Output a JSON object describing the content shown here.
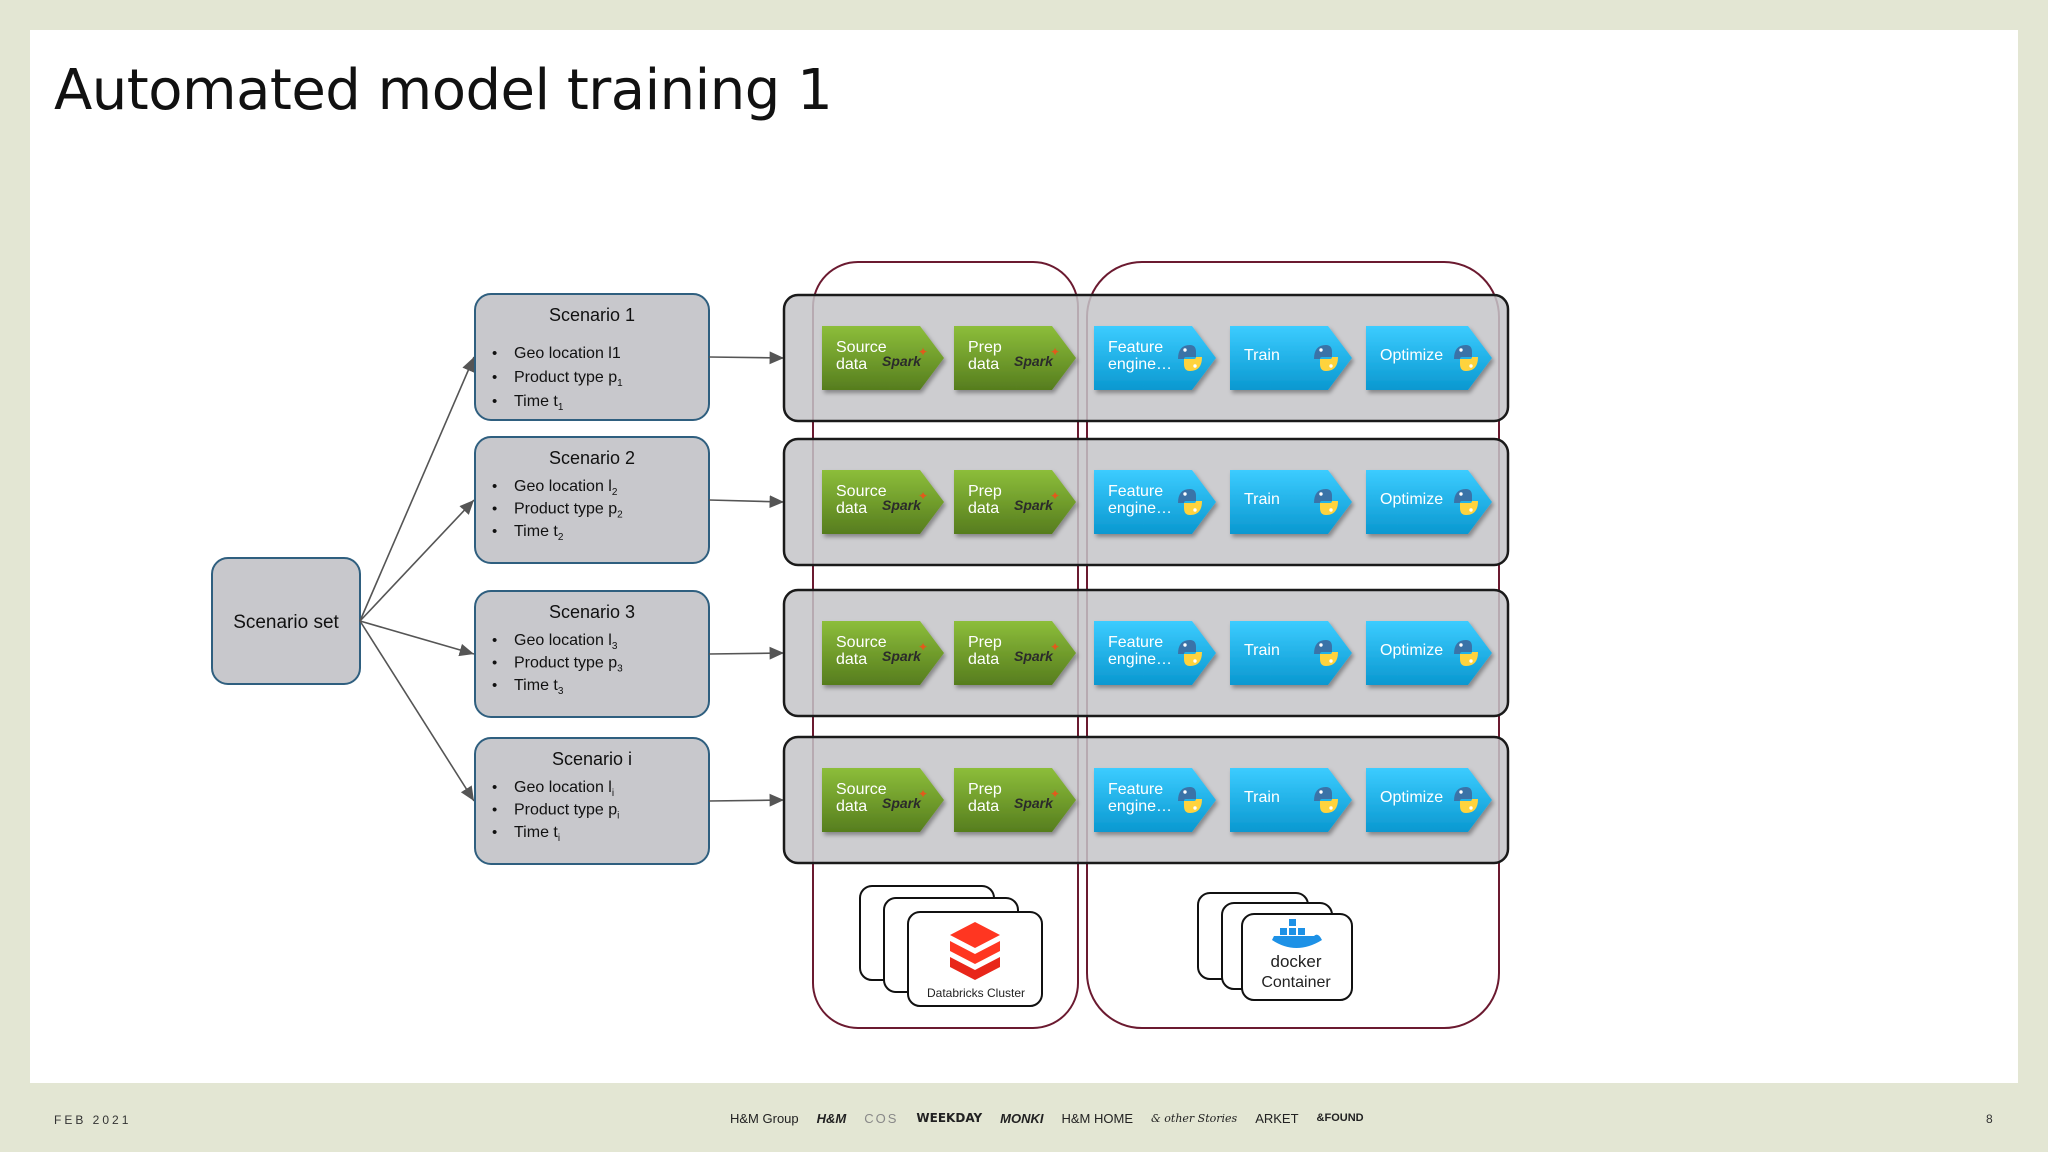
{
  "slide": {
    "title": "Automated model training 1",
    "date": "FEB 2021",
    "page_number": "8"
  },
  "brands": [
    "H&M Group",
    "H&M",
    "COS",
    "WEEKDAY",
    "MONKI",
    "H&M HOME",
    "& other Stories",
    "ARKET",
    "&FOUND"
  ],
  "diagram": {
    "root": {
      "label": "Scenario set"
    },
    "scenarios": [
      {
        "title": "Scenario 1",
        "items": [
          {
            "text": "Geo location l1",
            "sub": ""
          },
          {
            "text": "Product type p",
            "sub": "1"
          },
          {
            "text": "Time t",
            "sub": "1"
          }
        ]
      },
      {
        "title": "Scenario 2",
        "items": [
          {
            "text": "Geo location l",
            "sub": "2"
          },
          {
            "text": "Product type p",
            "sub": "2"
          },
          {
            "text": "Time t",
            "sub": "2"
          }
        ]
      },
      {
        "title": "Scenario 3",
        "items": [
          {
            "text": "Geo location l",
            "sub": "3"
          },
          {
            "text": "Product type p",
            "sub": "3"
          },
          {
            "text": "Time t",
            "sub": "3"
          }
        ]
      },
      {
        "title": "Scenario i",
        "items": [
          {
            "text": "Geo location l",
            "sub": "i"
          },
          {
            "text": "Product type p",
            "sub": "i"
          },
          {
            "text": "Time t",
            "sub": "i"
          }
        ]
      }
    ],
    "pipeline_steps": [
      {
        "lines": [
          "Source",
          "data"
        ],
        "tech": "spark",
        "color": "green"
      },
      {
        "lines": [
          "Prep",
          "data"
        ],
        "tech": "spark",
        "color": "green"
      },
      {
        "lines": [
          "Feature",
          "engine…"
        ],
        "tech": "python",
        "color": "blue"
      },
      {
        "lines": [
          "Train"
        ],
        "tech": "python",
        "color": "blue"
      },
      {
        "lines": [
          "Optimize"
        ],
        "tech": "python",
        "color": "blue"
      }
    ],
    "spark_label": "Spark",
    "clusters": {
      "databricks": {
        "label": "Databricks Cluster"
      },
      "docker": {
        "logo_text": "docker",
        "label": "Container"
      }
    }
  },
  "colors": {
    "scenario_fill": "#c8c8cc",
    "scenario_border": "#2f5f7f",
    "row_fill": "#c4c4c8",
    "cluster_outline": "#6b1a30",
    "spark_green": "#6f9a2b",
    "python_blue": "#12b4ec",
    "arrow": "#555555"
  }
}
